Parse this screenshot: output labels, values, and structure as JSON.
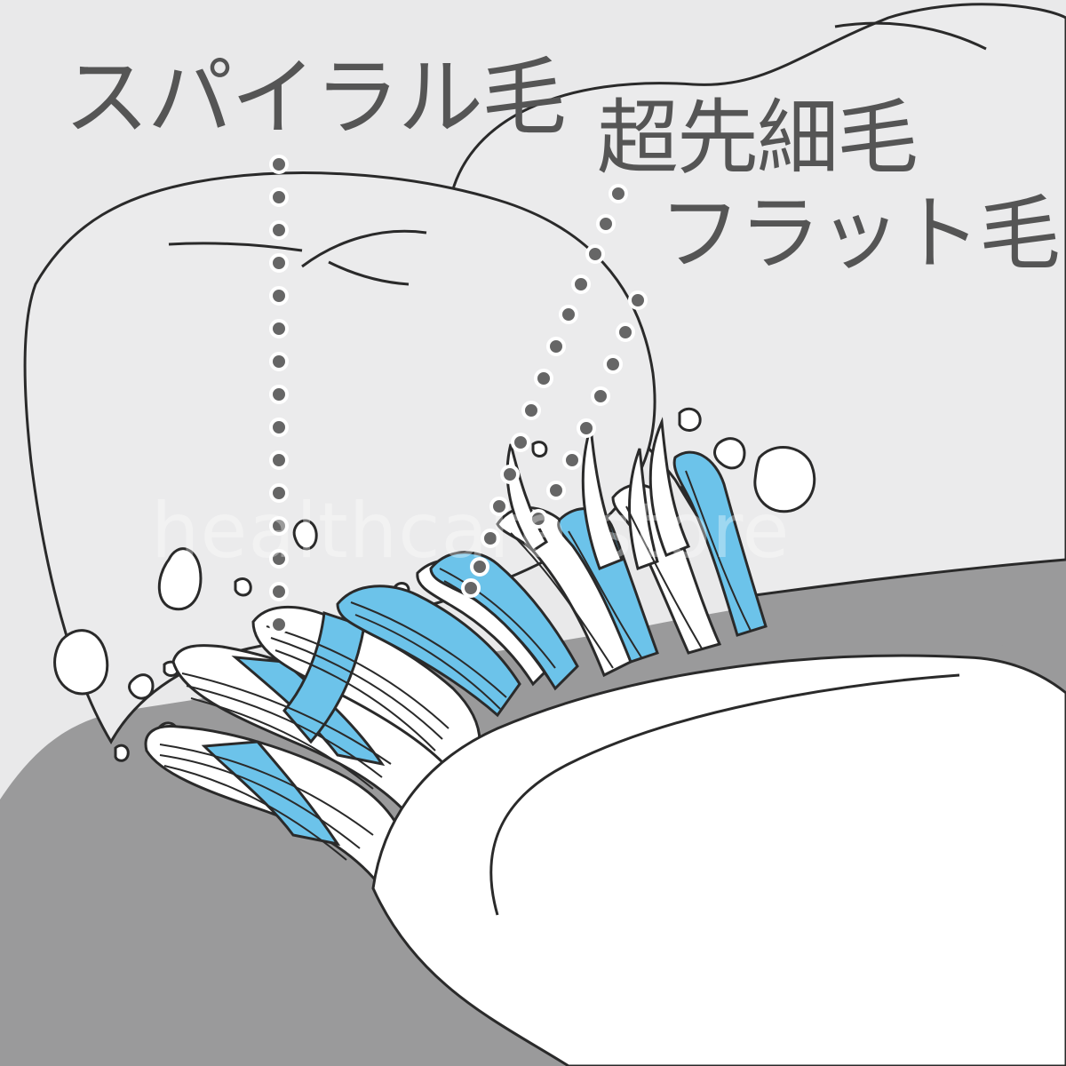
{
  "labels": {
    "spiral": "スパイラル毛",
    "ultra_fine_tip": "超先細毛",
    "flat": "フラット毛"
  },
  "watermark": "healthcare store",
  "colors": {
    "background": "#e9e9ea",
    "tooth": "#ebebec",
    "gum": "#9a9a9b",
    "bristle_blue": "#6cc3ea",
    "bristle_white": "#ffffff",
    "outline": "#2a2a2a",
    "leader_dots": "#666666",
    "label_text": "#555555"
  }
}
